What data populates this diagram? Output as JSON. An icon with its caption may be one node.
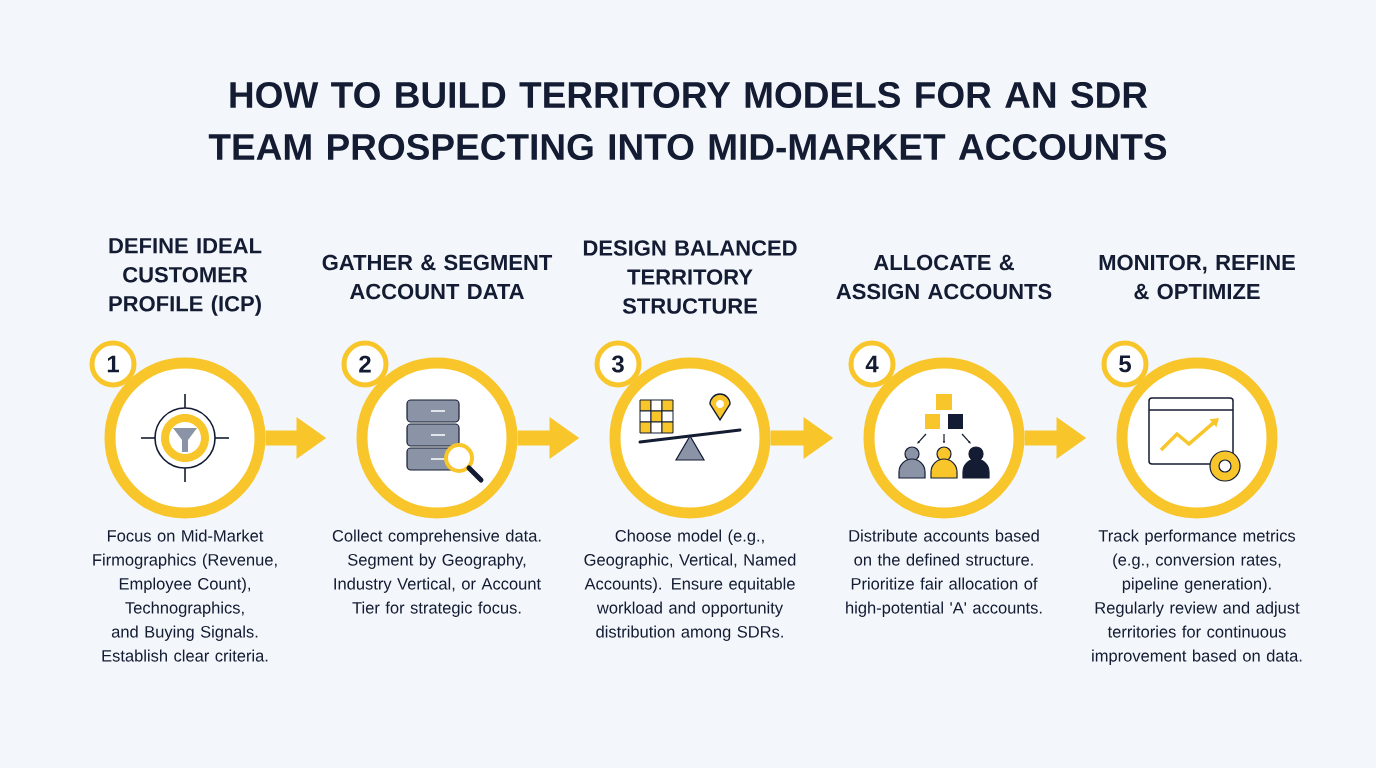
{
  "diagram": {
    "title": "HOW TO BUILD TERRITORY MODELS FOR AN SDR TEAM PROSPECTING INTO MID-MARKET ACCOUNTS",
    "nodes": [
      {
        "text": [
          "DEFINE IDEAL CUSTOMER PROFILE (ICP)",
          "1",
          "Focus on Mid-Market Firmographics (Revenue, Employee Count), Technographics, and Buying Signals. Establish clear criteria."
        ]
      },
      {
        "text": [
          "GATHER & SEGMENT ACCOUNT DATA",
          "2",
          "Collect comprehensive data. Segment by Geography, Industry Vertical, or Account Tier for strategic focus."
        ]
      },
      {
        "text": [
          "DESIGN BALANCED TERRITORY STRUCTURE",
          "3",
          "Choose model (e.g., Geographic, Vertical, Named Accounts). Ensure equitable workload and opportunity distribution among SDRs."
        ]
      },
      {
        "text": [
          "ALLOCATE & ASSIGN ACCOUNTS",
          "4",
          "Distribute accounts based on the defined structure. Prioritize fair allocation of high-potential 'A' accounts."
        ]
      },
      {
        "text": [
          "MONITOR, REFINE & OPTIMIZE",
          "5",
          "Track performance metrics (e.g., conversion rates, pipeline generation). Regularly review and adjust territories for continuous improvement based on data."
        ]
      }
    ],
    "edges": [
      {
        "from": 0,
        "to": 1,
        "arrow": "to"
      },
      {
        "from": 1,
        "to": 2,
        "arrow": "to"
      },
      {
        "from": 2,
        "to": 3,
        "arrow": "to"
      },
      {
        "from": 3,
        "to": 4,
        "arrow": "to"
      }
    ]
  }
}
